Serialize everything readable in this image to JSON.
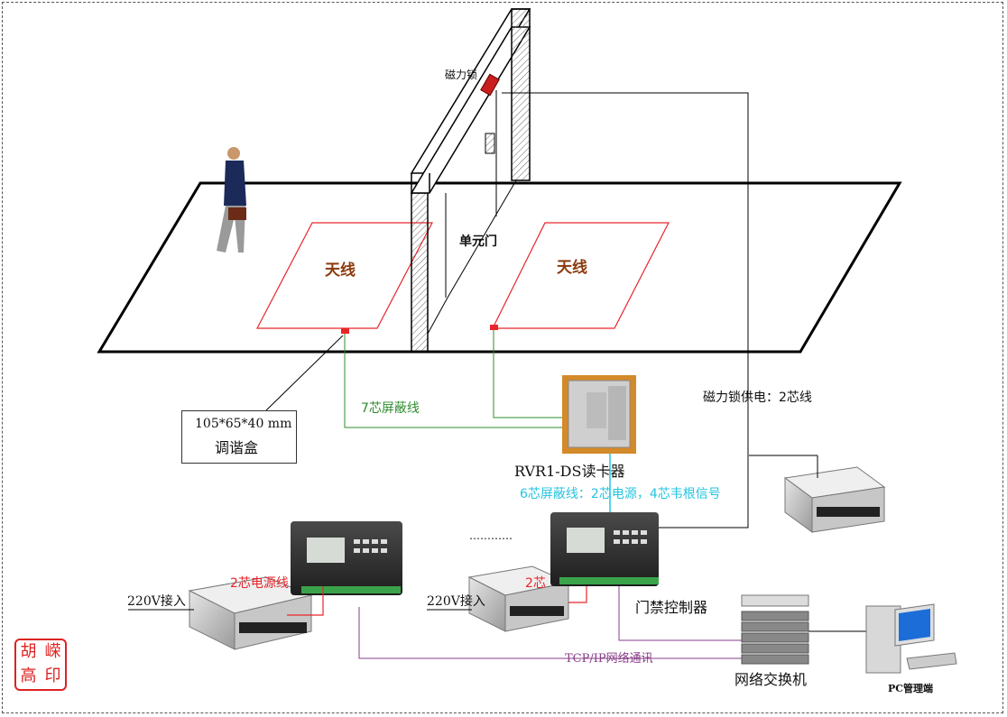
{
  "labels": {
    "magnetic_lock": "磁力锁",
    "unit_door": "单元门",
    "antenna_left": "天线",
    "antenna_right": "天线",
    "shield_cable_7": "7芯屏蔽线",
    "tuning_box_size": "105*65*40 mm",
    "tuning_box_name": "调谐盒",
    "lock_power": "磁力锁供电：2芯线",
    "reader_name": "RVR1-DS读卡器",
    "reader_cable": "6芯屏蔽线：2芯电源，4芯韦根信号",
    "power_cable_2": "2芯电源线",
    "power_cable_2_short": "2芯",
    "ac_input_left": "220V接入",
    "ac_input_right": "220V接入",
    "ellipsis": "…………",
    "access_controller": "门禁控制器",
    "tcpip": "TCP/IP网络通讯",
    "network_switch": "网络交换机",
    "pc_terminal": "PC管理端"
  },
  "seal": {
    "chars": [
      "胡",
      "嵘",
      "高",
      "印"
    ]
  },
  "colors": {
    "antenna_outline": "#e8252a",
    "antenna_text": "#8b3a0e",
    "green_wire": "#2e8b2e",
    "cyan_wire": "#24c4e0",
    "purple_wire": "#8a3e8a",
    "red_wire": "#e8252a",
    "seal": "#dd2222"
  },
  "icons": [
    "person-icon",
    "magnetic-lock-icon",
    "card-reader-icon",
    "power-supply-icon",
    "controller-icon",
    "network-switch-icon",
    "pc-icon"
  ]
}
